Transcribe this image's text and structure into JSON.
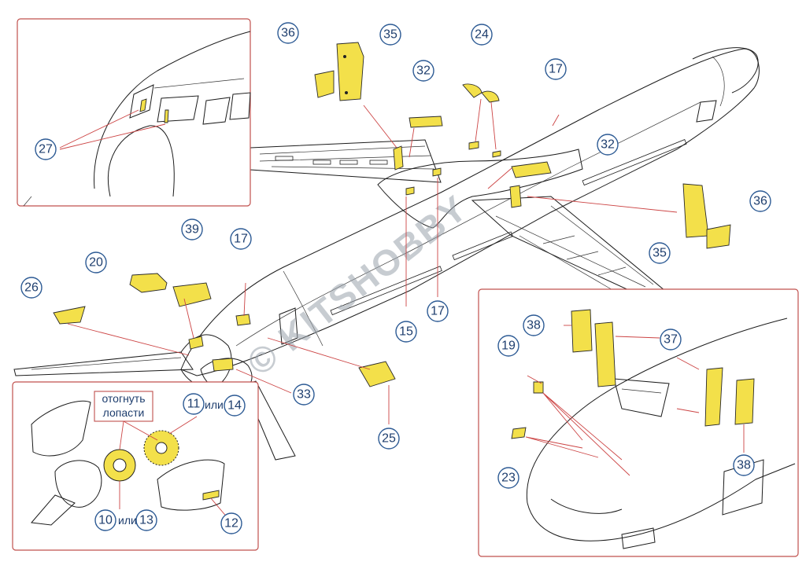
{
  "watermark": "© KITSHOBBY",
  "note_bend": [
    "отогнуть",
    "лопасти"
  ],
  "callouts": {
    "c36a": "36",
    "c35a": "35",
    "c24": "24",
    "c32a": "32",
    "c17a": "17",
    "c32b": "32",
    "c36b": "36",
    "c35b": "35",
    "c27": "27",
    "c39": "39",
    "c17b": "17",
    "c20": "20",
    "c26": "26",
    "c15": "15",
    "c17c": "17",
    "c33": "33",
    "c25": "25",
    "c11": "11",
    "c14": "14",
    "c10": "10",
    "c13": "13",
    "c12": "12",
    "c38a": "38",
    "c37": "37",
    "c19": "19",
    "c23": "23",
    "c38b": "38"
  },
  "ili": "или",
  "colors": {
    "part": "#f3e04a",
    "callout": "#2c5a94",
    "panel_border": "#c0504d",
    "leader": "#cc4444"
  }
}
